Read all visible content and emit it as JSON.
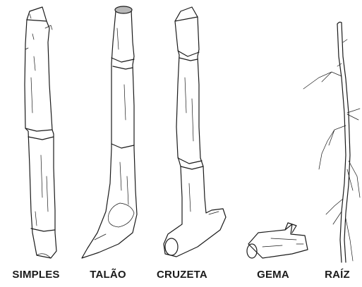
{
  "labels": {
    "simples": "SIMPLES",
    "talao": "TALÃO",
    "cruzeta": "CRUZETA",
    "gema": "GEMA",
    "raiz": "RAÍZ"
  },
  "colors": {
    "ink": "#1a1a1a",
    "cut_face": "#b8b8b8",
    "background": "#ffffff"
  }
}
